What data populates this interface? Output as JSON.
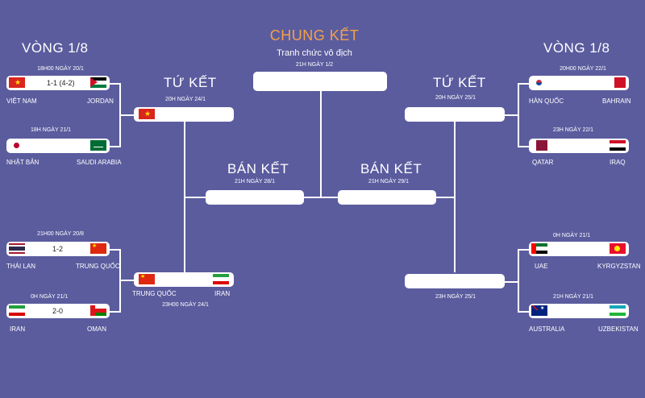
{
  "final": {
    "title": "CHUNG KẾT",
    "subtitle": "Tranh chức vô địch",
    "date": "21H NGÀY 1/2"
  },
  "left": {
    "round16_title": "VÒNG 1/8",
    "qf_title": "TỨ KẾT",
    "sf_title": "BÁN KẾT",
    "m1": {
      "date": "18H00 NGÀY 20/1",
      "score": "1-1 (4-2)",
      "home": "VIỆT NAM",
      "away": "JORDAN"
    },
    "m2": {
      "date": "18H NGÀY 21/1",
      "home": "NHẬT BẢN",
      "away": "SAUDI ARABIA"
    },
    "m3": {
      "date": "21H00 NGÀY 20/8",
      "score": "1-2",
      "home": "THÁI LAN",
      "away": "TRUNG QUỐC"
    },
    "m4": {
      "date": "0H NGÀY 21/1",
      "score": "2-0",
      "home": "IRAN",
      "away": "OMAN"
    },
    "qf1": {
      "date": "20H NGÀY 24/1"
    },
    "qf2": {
      "date": "23H00 NGÀY 24/1",
      "home": "TRUNG QUỐC",
      "away": "IRAN"
    },
    "sf": {
      "date": "21H NGÀY 28/1"
    }
  },
  "right": {
    "round16_title": "VÒNG 1/8",
    "qf_title": "TỨ KẾT",
    "sf_title": "BÁN KẾT",
    "m1": {
      "date": "20H00 NGÀY 22/1",
      "home": "HÀN QUỐC",
      "away": "BAHRAIN"
    },
    "m2": {
      "date": "23H NGÀY 22/1",
      "home": "QATAR",
      "away": "IRAQ"
    },
    "m3": {
      "date": "0H NGÀY 21/1",
      "home": "UAE",
      "away": "KYRGYZSTAN"
    },
    "m4": {
      "date": "21H NGÀY 21/1",
      "home": "AUSTRALIA",
      "away": "UZBEKISTAN"
    },
    "qf1": {
      "date": "20H NGÀY 25/1"
    },
    "qf2": {
      "date": "23H NGÀY 25/1"
    },
    "sf": {
      "date": "21H NGÀY 29/1"
    }
  },
  "colors": {
    "background": "#5b5c9e",
    "final_title": "#f3a14a",
    "bar": "#ffffff"
  }
}
